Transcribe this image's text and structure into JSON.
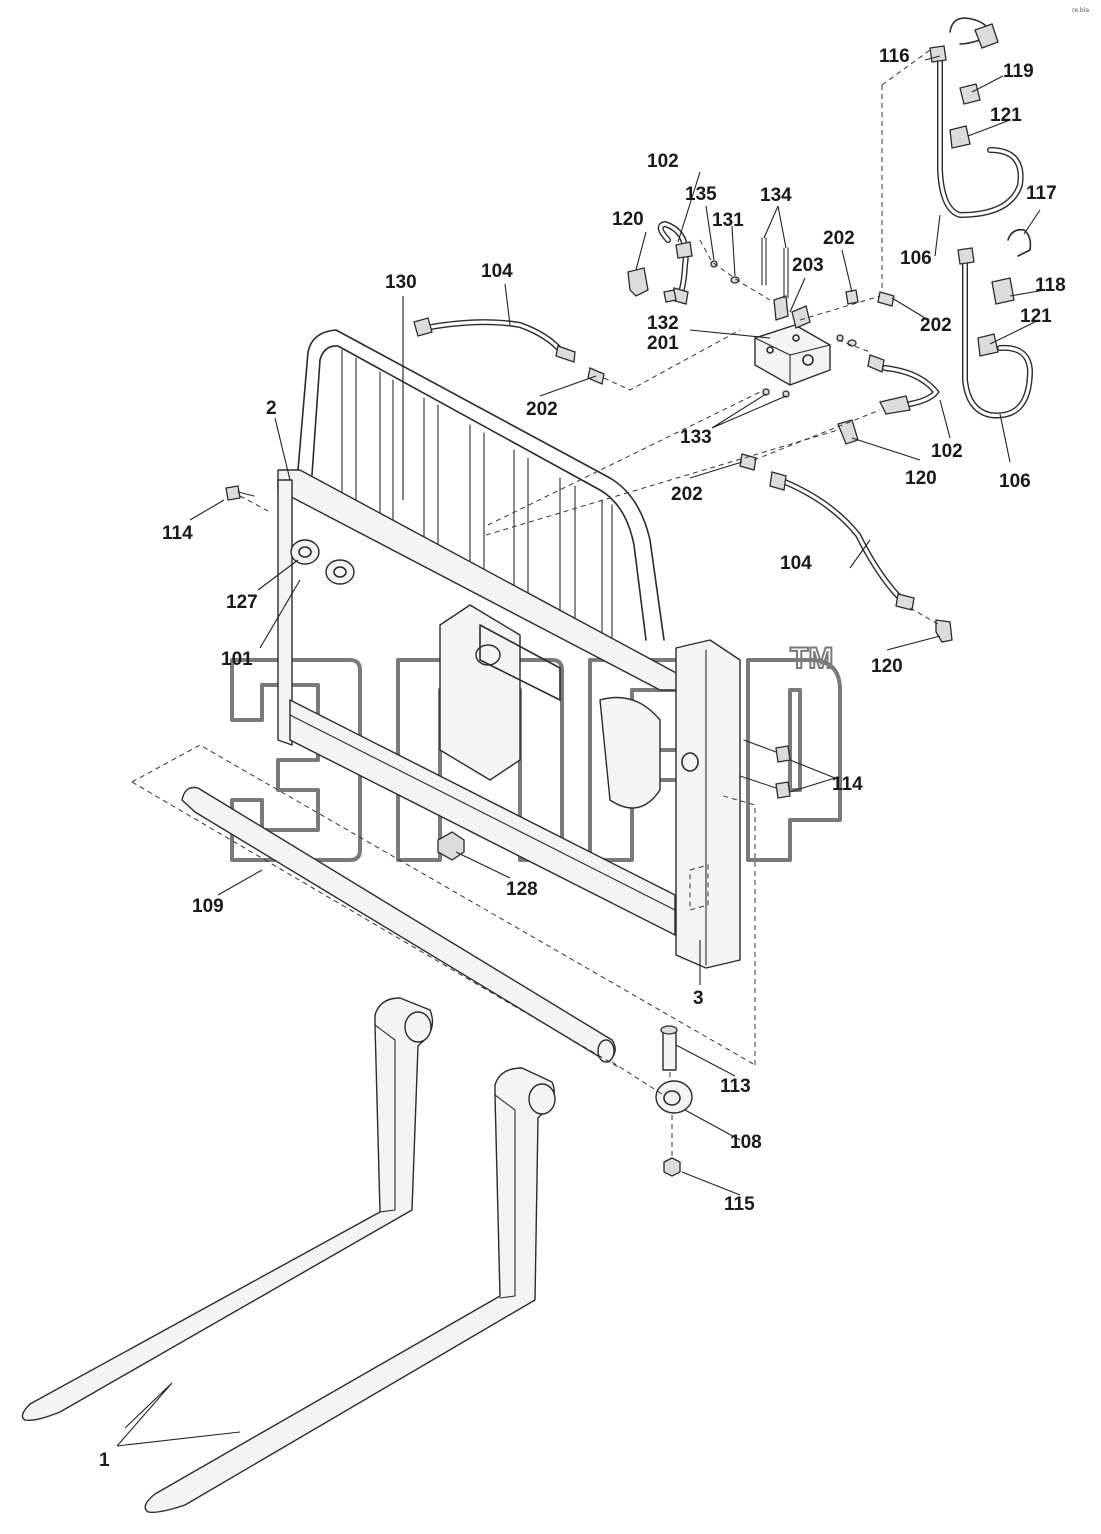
{
  "diagram": {
    "watermark_brand": "элр",
    "watermark_tm": "TM",
    "corner_code": "re.bla",
    "callouts": {
      "c1": "1",
      "c2": "2",
      "c3": "3",
      "c101": "101",
      "c102a": "102",
      "c102b": "102",
      "c104a": "104",
      "c104b": "104",
      "c106a": "106",
      "c106b": "106",
      "c108": "108",
      "c109": "109",
      "c113": "113",
      "c114a": "114",
      "c114b": "114",
      "c115": "115",
      "c116": "116",
      "c117": "117",
      "c118": "118",
      "c119": "119",
      "c120a": "120",
      "c120b": "120",
      "c120c": "120",
      "c121a": "121",
      "c121b": "121",
      "c127": "127",
      "c128": "128",
      "c130": "130",
      "c131": "131",
      "c132": "132",
      "c133": "133",
      "c134": "134",
      "c135": "135",
      "c201": "201",
      "c202a": "202",
      "c202b": "202",
      "c202c": "202",
      "c202d": "202",
      "c203": "203"
    }
  }
}
